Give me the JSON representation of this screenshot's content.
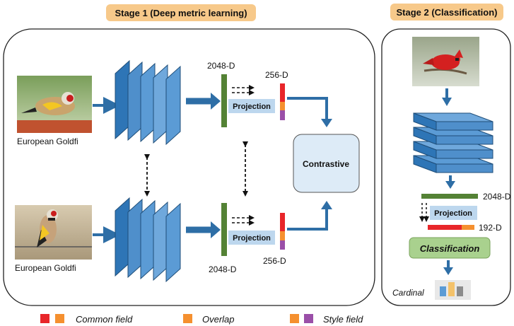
{
  "stage1": {
    "title": "Stage 1 (Deep metric learning)",
    "top_caption": "European Goldfi",
    "bottom_caption": "European Goldfi",
    "dim_2048_top": "2048-D",
    "dim_2048_bottom": "2048-D",
    "dim_256_top": "256-D",
    "dim_256_bottom": "256-D",
    "projection_top": "Projection",
    "projection_bottom": "Projection",
    "contrastive": "Contrastive"
  },
  "stage2": {
    "title": "Stage 2 (Classification)",
    "dim_2048": "2048-D",
    "projection": "Projection",
    "dim_192": "192-D",
    "classification": "Classification",
    "output_label": "Cardinal"
  },
  "legend": {
    "common_field": "Common field",
    "overlap": "Overlap",
    "style_field": "Style field"
  },
  "colors": {
    "title_bg": "#f7c98a",
    "block": "#5b9bd5",
    "block_dark": "#2e75b6",
    "arrow": "#2e6ea6",
    "feature_green": "#548235",
    "red": "#e8262a",
    "orange": "#f5902f",
    "purple": "#9a4fa8",
    "projection_bg": "#bdd7ee",
    "contrastive_bg": "#ddebf7",
    "classification_bg": "#a9d18e"
  }
}
